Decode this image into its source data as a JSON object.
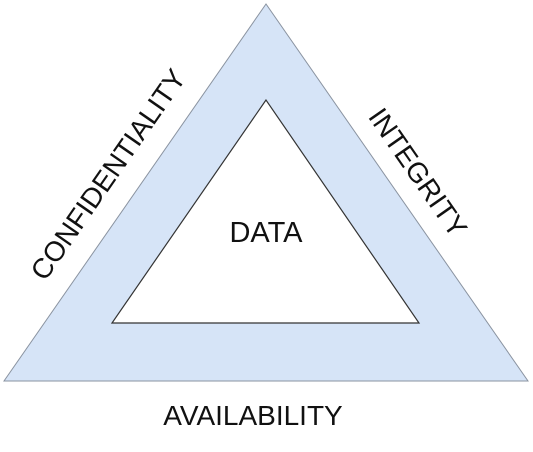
{
  "diagram": {
    "center_label": "DATA",
    "sides": {
      "left": "CONFIDENTIALITY",
      "right": "INTEGRITY",
      "bottom": "AVAILABILITY"
    }
  },
  "colors": {
    "band_fill": "#d6e4f7",
    "outline": "#8a93a0",
    "inner_fill": "#ffffff",
    "inner_stroke": "#333333",
    "text": "#111111"
  }
}
